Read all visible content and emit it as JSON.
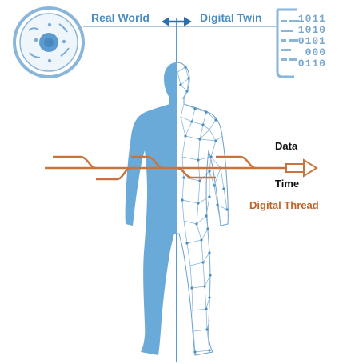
{
  "header": {
    "real_world": "Real World",
    "digital_twin": "Digital Twin"
  },
  "icons": {
    "cell": "cell-icon",
    "document": "code-document-icon",
    "arrow": "bidirectional-arrow-icon"
  },
  "binary_lines": [
    "1011",
    "1010",
    "0101",
    "000",
    "0110"
  ],
  "thread": {
    "data_label": "Data",
    "time_label": "Time",
    "thread_label": "Digital Thread"
  },
  "colors": {
    "accent_blue": "#4a8dc0",
    "body_blue": "#6aaad8",
    "thread_orange": "#c8743e",
    "thread_text": "#c0652a"
  }
}
